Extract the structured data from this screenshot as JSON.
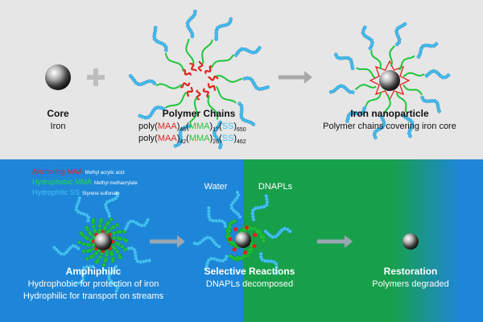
{
  "top": {
    "core": {
      "title": "Core",
      "subtitle": "Iron"
    },
    "chains": {
      "title": "Polymer Chains",
      "formula1": {
        "poly": "poly(",
        "maa": "MAA",
        "sub_maa": "46",
        "mma": "MMA",
        "sub_mma": "17",
        "ss": "SS",
        "sub_ss": "650"
      },
      "formula2": {
        "poly": "poly(",
        "maa": "MAA",
        "sub_maa": "42",
        "mma": "MMA",
        "sub_mma": "26",
        "ss": "SS",
        "sub_ss": "462"
      }
    },
    "nanoparticle": {
      "title": "Iron nanoparticle",
      "subtitle": "Polymer chains covering iron core"
    }
  },
  "legend": {
    "anchoring": {
      "label": "Anchoring MAA",
      "note": "Methyl acrylic acid"
    },
    "hydrophobic": {
      "label": "Hydrophobic MMA",
      "note": "Methyl methacrylate"
    },
    "hydrophilic": {
      "label": "Hydrophilic SS",
      "note": "Styrene sulfonate"
    }
  },
  "zones": {
    "water": "Water",
    "dnapls": "DNAPLs"
  },
  "stages": {
    "amphiphilic": {
      "title": "Amphiphilic",
      "line1": "Hydrophobic for protection of iron",
      "line2": "Hydrophilic for transport on streams"
    },
    "selective": {
      "title": "Selective Reactions",
      "line1": "DNAPLs decomposed"
    },
    "restoration": {
      "title": "Restoration",
      "line1": "Polymers degraded"
    }
  },
  "colors": {
    "top_bg": "#e6e6e6",
    "water_blue": "#1e86d8",
    "dnapl_green": "#17a04a",
    "maa_red": "#e0231c",
    "mma_green": "#1ec63b",
    "ss_blue": "#43c3f2"
  }
}
